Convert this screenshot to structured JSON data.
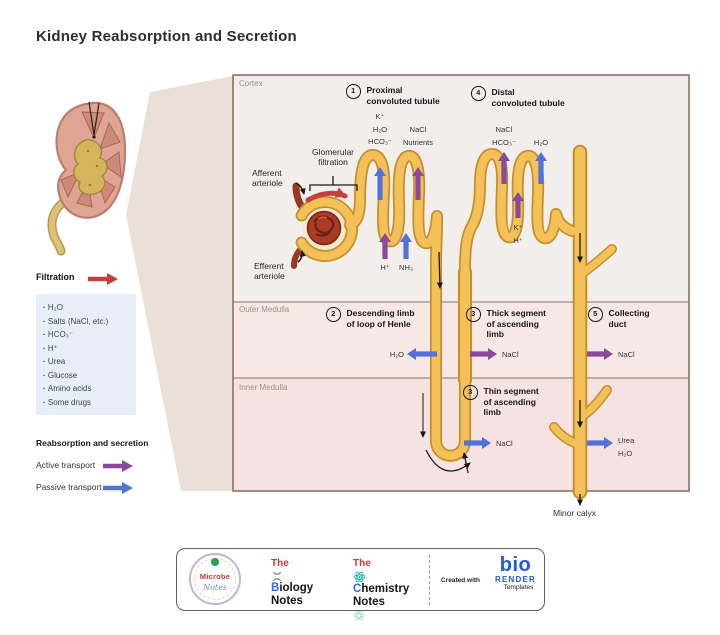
{
  "title": "Kidney Reabsorption and Secretion",
  "colors": {
    "active_transport": "#8a4a9c",
    "passive_transport": "#5272d6",
    "filtration": "#c5403c",
    "tubule_fill": "#f3c157",
    "tubule_outline": "#c68f2c",
    "biorender_blue": "#2057e8"
  },
  "regions": [
    {
      "name": "Cortex"
    },
    {
      "name": "Outer Medulla"
    },
    {
      "name": "Inner Medulla"
    }
  ],
  "structures": [
    {
      "num": "1",
      "label": "Proximal\nconvoluted tubule"
    },
    {
      "num": "2",
      "label": "Descending limb\nof loop of Henle"
    },
    {
      "num": "3",
      "label": "Thick segment\nof ascending\nlimb"
    },
    {
      "num": "3",
      "label": "Thin segment\nof ascending\nlimb"
    },
    {
      "num": "4",
      "label": "Distal\nconvoluted tubule"
    },
    {
      "num": "5",
      "label": "Collecting\nduct"
    }
  ],
  "vessels": {
    "afferent": "Afferent\narteriole",
    "efferent": "Efferent\narteriole",
    "glomerular_filtration": "Glomerular\nfiltration",
    "minor_calyx": "Minor calyx"
  },
  "transport": {
    "proximal_passive": "K⁺\nH₂O\nHCO₃⁻",
    "proximal_active": "NaCl\nNutrients",
    "proximal_secretion_active": "H⁺",
    "proximal_secretion_passive": "NH₃",
    "distal_active": "NaCl\nHCO₃⁻",
    "distal_passive": "H₂O",
    "distal_secretion": "K⁺\nH⁺",
    "descending_out": "H₂O",
    "thick_ascending_out": "NaCl",
    "collecting_outer_out": "NaCl",
    "thin_ascending_out": "NaCl",
    "collecting_inner_out": "Urea\nH₂O"
  },
  "legend": {
    "filtration_title": "Filtration",
    "filtrate_items": [
      "H₂O",
      "Salts (NaCl, etc.)",
      "HCO₃⁻",
      "H⁺",
      "Urea",
      "Glucose",
      "Amino acids",
      "Some drugs"
    ],
    "reabsorption_title": "Reabsorption and secretion",
    "active_label": "Active transport",
    "passive_label": "Passive transport"
  },
  "footer": {
    "microbe_name": "Microbe",
    "microbe_notes": "Notes",
    "biology": {
      "the": "The",
      "first": "B",
      "rest": "iology",
      "notes": "Notes"
    },
    "chemistry": {
      "the": "The",
      "first": "C",
      "rest": "hemistry",
      "notes": "Notes"
    },
    "created_with": "Created with",
    "biorender": {
      "bio": "bio",
      "render": "RENDER",
      "templates": "Templates"
    }
  }
}
